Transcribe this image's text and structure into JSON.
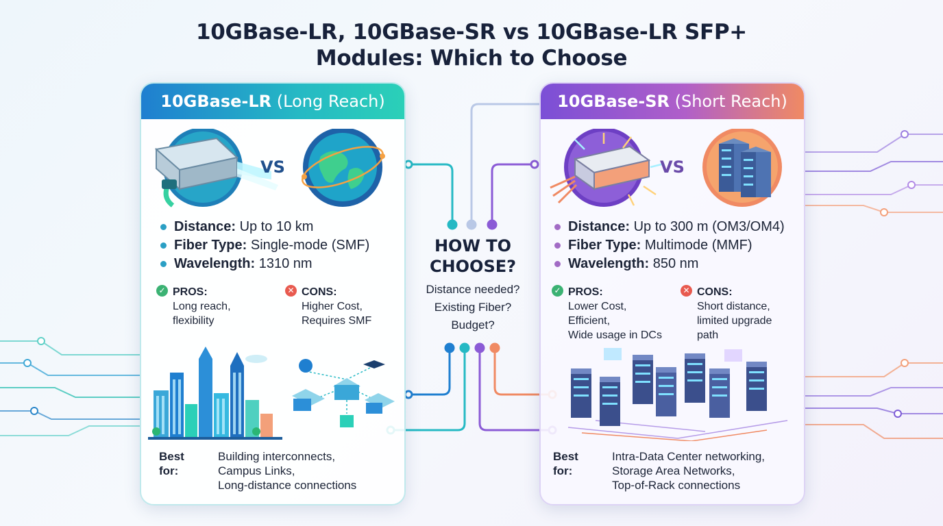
{
  "title": {
    "line1": "10GBase-LR, 10GBase-SR vs 10GBase-LR SFP+",
    "line2": "Modules: Which to Choose"
  },
  "left_card": {
    "header_bold": "10GBase-LR",
    "header_light": "(Long Reach)",
    "vs": "VS",
    "specs": [
      {
        "key": "Distance:",
        "value": "Up to 10 km"
      },
      {
        "key": "Fiber Type:",
        "value": "Single-mode (SMF)"
      },
      {
        "key": "Wavelength:",
        "value": "1310 nm"
      }
    ],
    "pros_title": "PROS:",
    "pros": [
      "Long reach,",
      "flexibility"
    ],
    "cons_title": "CONS:",
    "cons": [
      "Higher Cost,",
      "Requires SMF"
    ],
    "best_for_label": "Best for:",
    "best_for": [
      "Building interconnects,",
      "Campus Links,",
      "Long-distance connections"
    ]
  },
  "right_card": {
    "header_bold": "10GBase-SR",
    "header_light": "(Short Reach)",
    "vs": "VS",
    "specs": [
      {
        "key": "Distance:",
        "value": "Up to 300 m (OM3/OM4)"
      },
      {
        "key": "Fiber Type:",
        "value": "Multimode (MMF)"
      },
      {
        "key": "Wavelength:",
        "value": "850 nm"
      }
    ],
    "pros_title": "PROS:",
    "pros": [
      "Lower Cost,",
      "Efficient,",
      "Wide usage in DCs"
    ],
    "cons_title": "CONS:",
    "cons": [
      "Short distance,",
      "limited upgrade",
      "path"
    ],
    "best_for_label": "Best for:",
    "best_for": [
      "Intra-Data Center networking,",
      "Storage Area Networks,",
      "Top-of-Rack connections"
    ]
  },
  "center": {
    "heading_line1": "HOW TO",
    "heading_line2": "CHOOSE?",
    "questions": [
      "Distance needed?",
      "Existing Fiber?",
      "Budget?"
    ]
  },
  "icons": {
    "pros": "check-icon",
    "cons": "x-icon"
  },
  "colors": {
    "teal": "#25b9c4",
    "blue": "#1f7fd0",
    "purple": "#7b4fd6",
    "orange": "#f08a63",
    "green_check": "#3bb273",
    "red_x": "#e85a4f"
  }
}
